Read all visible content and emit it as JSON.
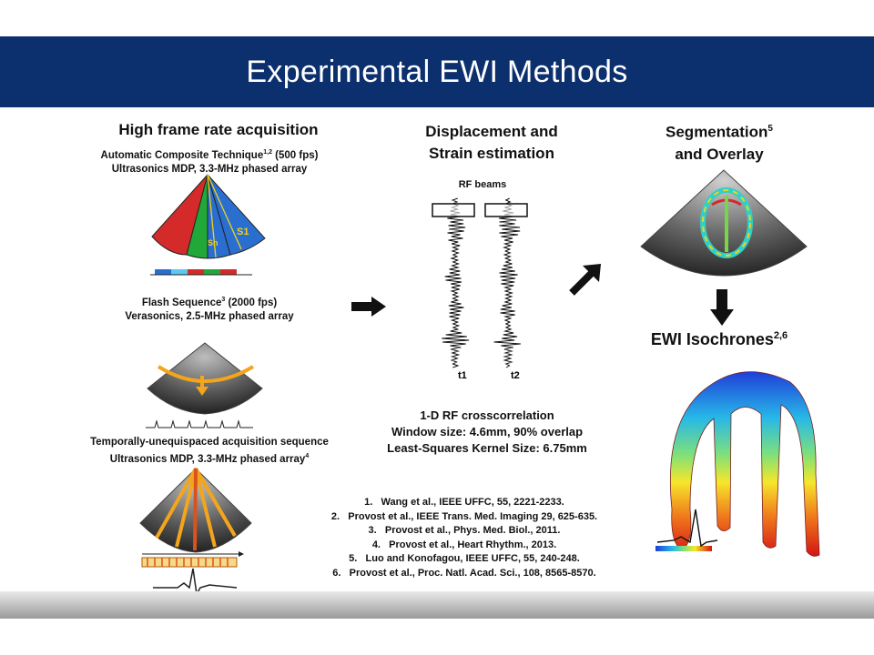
{
  "slide": {
    "title": "Experimental EWI Methods"
  },
  "left": {
    "heading": "High frame rate acquisition",
    "act_line1_pre": "Automatic Composite Technique",
    "act_line1_sup": "1,2",
    "act_line1_post": " (500 fps)",
    "act_line2": "Ultrasonics MDP, 3.3-MHz phased array",
    "sector_label_s1": "S1",
    "sector_label_sn": "Sn",
    "flash_line1_pre": "Flash Sequence",
    "flash_line1_sup": "3",
    "flash_line1_post": " (2000 fps)",
    "flash_line2": "Verasonics, 2.5-MHz phased array",
    "tues_line1": "Temporally-unequispaced acquisition sequence",
    "tues_line2_pre": "Ultrasonics MDP, 3.3-MHz phased array",
    "tues_line2_sup": "4"
  },
  "middle": {
    "heading_line1": "Displacement and",
    "heading_line2": "Strain estimation",
    "rf_label": "RF beams",
    "t1_label": "t1",
    "t2_label": "t2",
    "cc_line1": "1-D RF crosscorrelation",
    "cc_line2": "Window size: 4.6mm, 90% overlap",
    "cc_line3": "Least-Squares Kernel Size: 6.75mm"
  },
  "right": {
    "heading_line1_pre": "Segmentation",
    "heading_line1_sup": "5",
    "heading_line2": "and Overlay",
    "iso_pre": "EWI Isochrones",
    "iso_sup": "2,6"
  },
  "references": [
    {
      "num": "1.",
      "text": "Wang et al., IEEE UFFC, 55, 2221-2233."
    },
    {
      "num": "2.",
      "text": "Provost et al., IEEE Trans. Med. Imaging 29, 625-635."
    },
    {
      "num": "3.",
      "text": "Provost et al., Phys. Med. Biol., 2011."
    },
    {
      "num": "4.",
      "text": "Provost et al., Heart Rhythm., 2013."
    },
    {
      "num": "5.",
      "text": "Luo and Konofagou, IEEE UFFC, 55, 240-248."
    },
    {
      "num": "6.",
      "text": "Provost et al., Proc. Natl. Acad. Sci., 108, 8565-8570."
    }
  ],
  "colors": {
    "banner": "#0c2f6e",
    "sector_red": "#d42a2a",
    "sector_green": "#22a838",
    "sector_blue": "#2a6fd0",
    "sector_yellow": "#f2d21a",
    "orange_beam": "#f3a51b"
  }
}
